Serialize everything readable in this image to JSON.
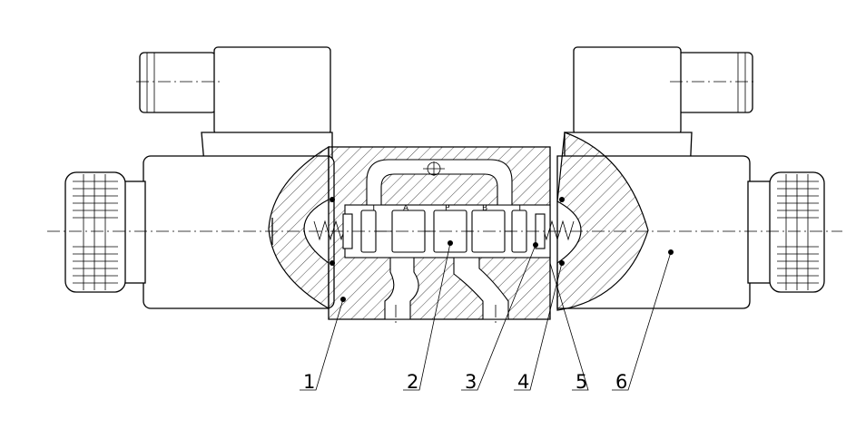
{
  "callouts": [
    {
      "id": "1",
      "label": "1"
    },
    {
      "id": "2",
      "label": "2"
    },
    {
      "id": "3",
      "label": "3"
    },
    {
      "id": "4",
      "label": "4"
    },
    {
      "id": "5",
      "label": "5"
    },
    {
      "id": "6",
      "label": "6"
    }
  ],
  "port_labels": {
    "t_left": "T",
    "a": "A",
    "p": "P",
    "b": "B",
    "t_right": "T"
  }
}
